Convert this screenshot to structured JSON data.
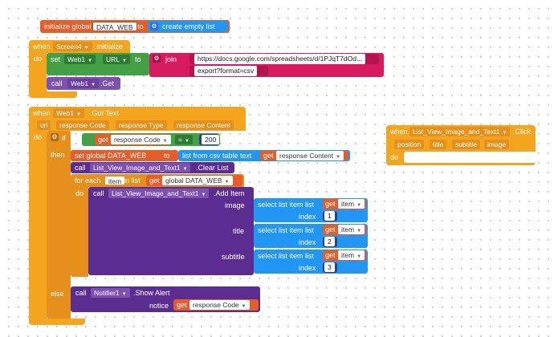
{
  "init": {
    "label": "initialize global",
    "var_name": "DATA_WEB",
    "to": "to",
    "create_list": "create empty list"
  },
  "screen_init": {
    "when": "when",
    "component": "Screen4",
    "event": ".Initialize",
    "do": "do",
    "set": "set",
    "web_comp": "Web1",
    "prop": "URL",
    "to": "to",
    "join": "join",
    "url_part1": "https://docs.google.com/spreadsheets/d/1PJqT7dOd...",
    "url_part2": "export?format=csv",
    "call": "call",
    "call_comp": "Web1",
    "call_method": ".Get"
  },
  "got_text": {
    "when": "when",
    "component": "Web1",
    "event": ".Got Text",
    "params": [
      "url",
      "response Code",
      "response Type",
      "response Content"
    ],
    "do": "do",
    "if": "if",
    "then": "then",
    "else": "else",
    "get": "get",
    "cond_var": "response Code",
    "op": "=",
    "cond_val": "200",
    "set_global": "set global DATA_WEB",
    "to": "to",
    "list_from_csv": "list from csv table  text",
    "csv_var": "response Content",
    "call": "call",
    "lv_comp": "List_View_Image_and_Text1",
    "clear_list": ".Clear List",
    "for_each": "for each",
    "item_var": "item",
    "in_list": "in list",
    "global_var": "global DATA_WEB",
    "add_item": ".Add Item",
    "image_label": "image",
    "title_label": "title",
    "subtitle_label": "subtitle",
    "select_list_item": "select list item  list",
    "index": "index",
    "idx1": "1",
    "idx2": "2",
    "idx3": "3",
    "notifier": "Notifier1",
    "show_alert": ".Show Alert",
    "notice": "notice",
    "notice_var": "response Code"
  },
  "click": {
    "when": "when",
    "component": "List_View_Image_and_Text1",
    "event": ".Click",
    "params": [
      "position",
      "title",
      "subtitle",
      "image"
    ],
    "do": "do"
  }
}
